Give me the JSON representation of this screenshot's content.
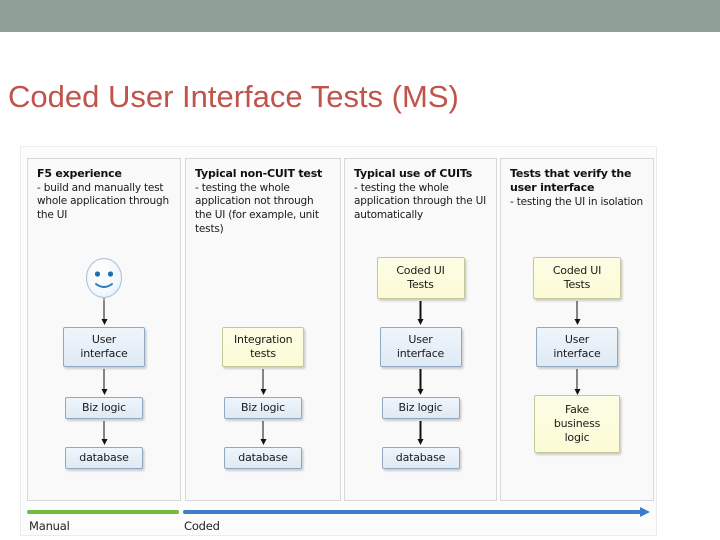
{
  "palette": {
    "accent_red": "#c0544a",
    "bar_green": "#8fa096",
    "line_green": "#72b845",
    "line_blue": "#3d7cc9",
    "box_blue_bg": "#dfeaf5",
    "box_yellow_bg": "#fbfbd6"
  },
  "title": "Coded User Interface Tests (MS)",
  "diagram": {
    "columns": [
      {
        "heading": "F5 experience",
        "bullet": "- build and manually test whole application through the UI",
        "nodes": [
          {
            "type": "smiley",
            "label": ""
          },
          {
            "label": "User interface",
            "style": "blue"
          },
          {
            "label": "Biz logic",
            "style": "blue"
          },
          {
            "label": "database",
            "style": "blue"
          }
        ]
      },
      {
        "heading": "Typical non-CUIT test",
        "bullet": "- testing the whole application not through the UI (for example, unit tests)",
        "nodes": [
          {
            "label": "Integration tests",
            "style": "yellow"
          },
          {
            "label": "Biz logic",
            "style": "blue"
          },
          {
            "label": "database",
            "style": "blue"
          }
        ]
      },
      {
        "heading": "Typical use of CUITs",
        "bullet": "- testing the whole application through the UI automatically",
        "nodes": [
          {
            "label": "Coded UI Tests",
            "style": "yellow"
          },
          {
            "label": "User interface",
            "style": "blue"
          },
          {
            "label": "Biz logic",
            "style": "blue"
          },
          {
            "label": "database",
            "style": "blue"
          }
        ]
      },
      {
        "heading": "Tests that verify the user interface",
        "bullet": "- testing the UI in isolation",
        "nodes": [
          {
            "label": "Coded UI Tests",
            "style": "yellow"
          },
          {
            "label": "User interface",
            "style": "blue"
          },
          {
            "label": "Fake business logic",
            "style": "yellow"
          }
        ]
      }
    ],
    "legend": {
      "manual_label": "Manual",
      "coded_label": "Coded"
    }
  }
}
